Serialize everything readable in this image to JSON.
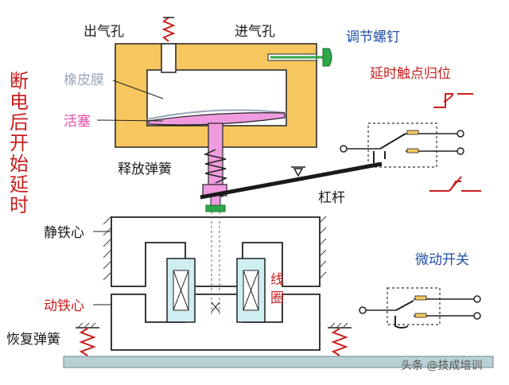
{
  "labels": {
    "exhaust_hole": "出气孔",
    "intake_hole": "进气孔",
    "adjust_screw": "调节螺钉",
    "rubber_membrane": "橡皮膜",
    "piston": "活塞",
    "delay_contact_reset": "延时触点归位",
    "release_spring": "释放弹簧",
    "lever": "杠杆",
    "static_core": "静铁心",
    "micro_switch": "微动开关",
    "coil": [
      "线",
      "圈"
    ],
    "moving_core": "动铁心",
    "reset_spring": "恢复弹簧",
    "vertical_note": [
      "断",
      "电",
      "后",
      "开",
      "始",
      "延",
      "时"
    ]
  },
  "watermark": "头条 @技成培训",
  "colors": {
    "housing": "#f6c75e",
    "piston": "#f09be0",
    "core": "#ffffff",
    "coil": "#cfeef2",
    "base": "#b9d0d4",
    "screw": "#2ea84a",
    "red": "#c81e1e",
    "blue": "#1f4fa8"
  }
}
